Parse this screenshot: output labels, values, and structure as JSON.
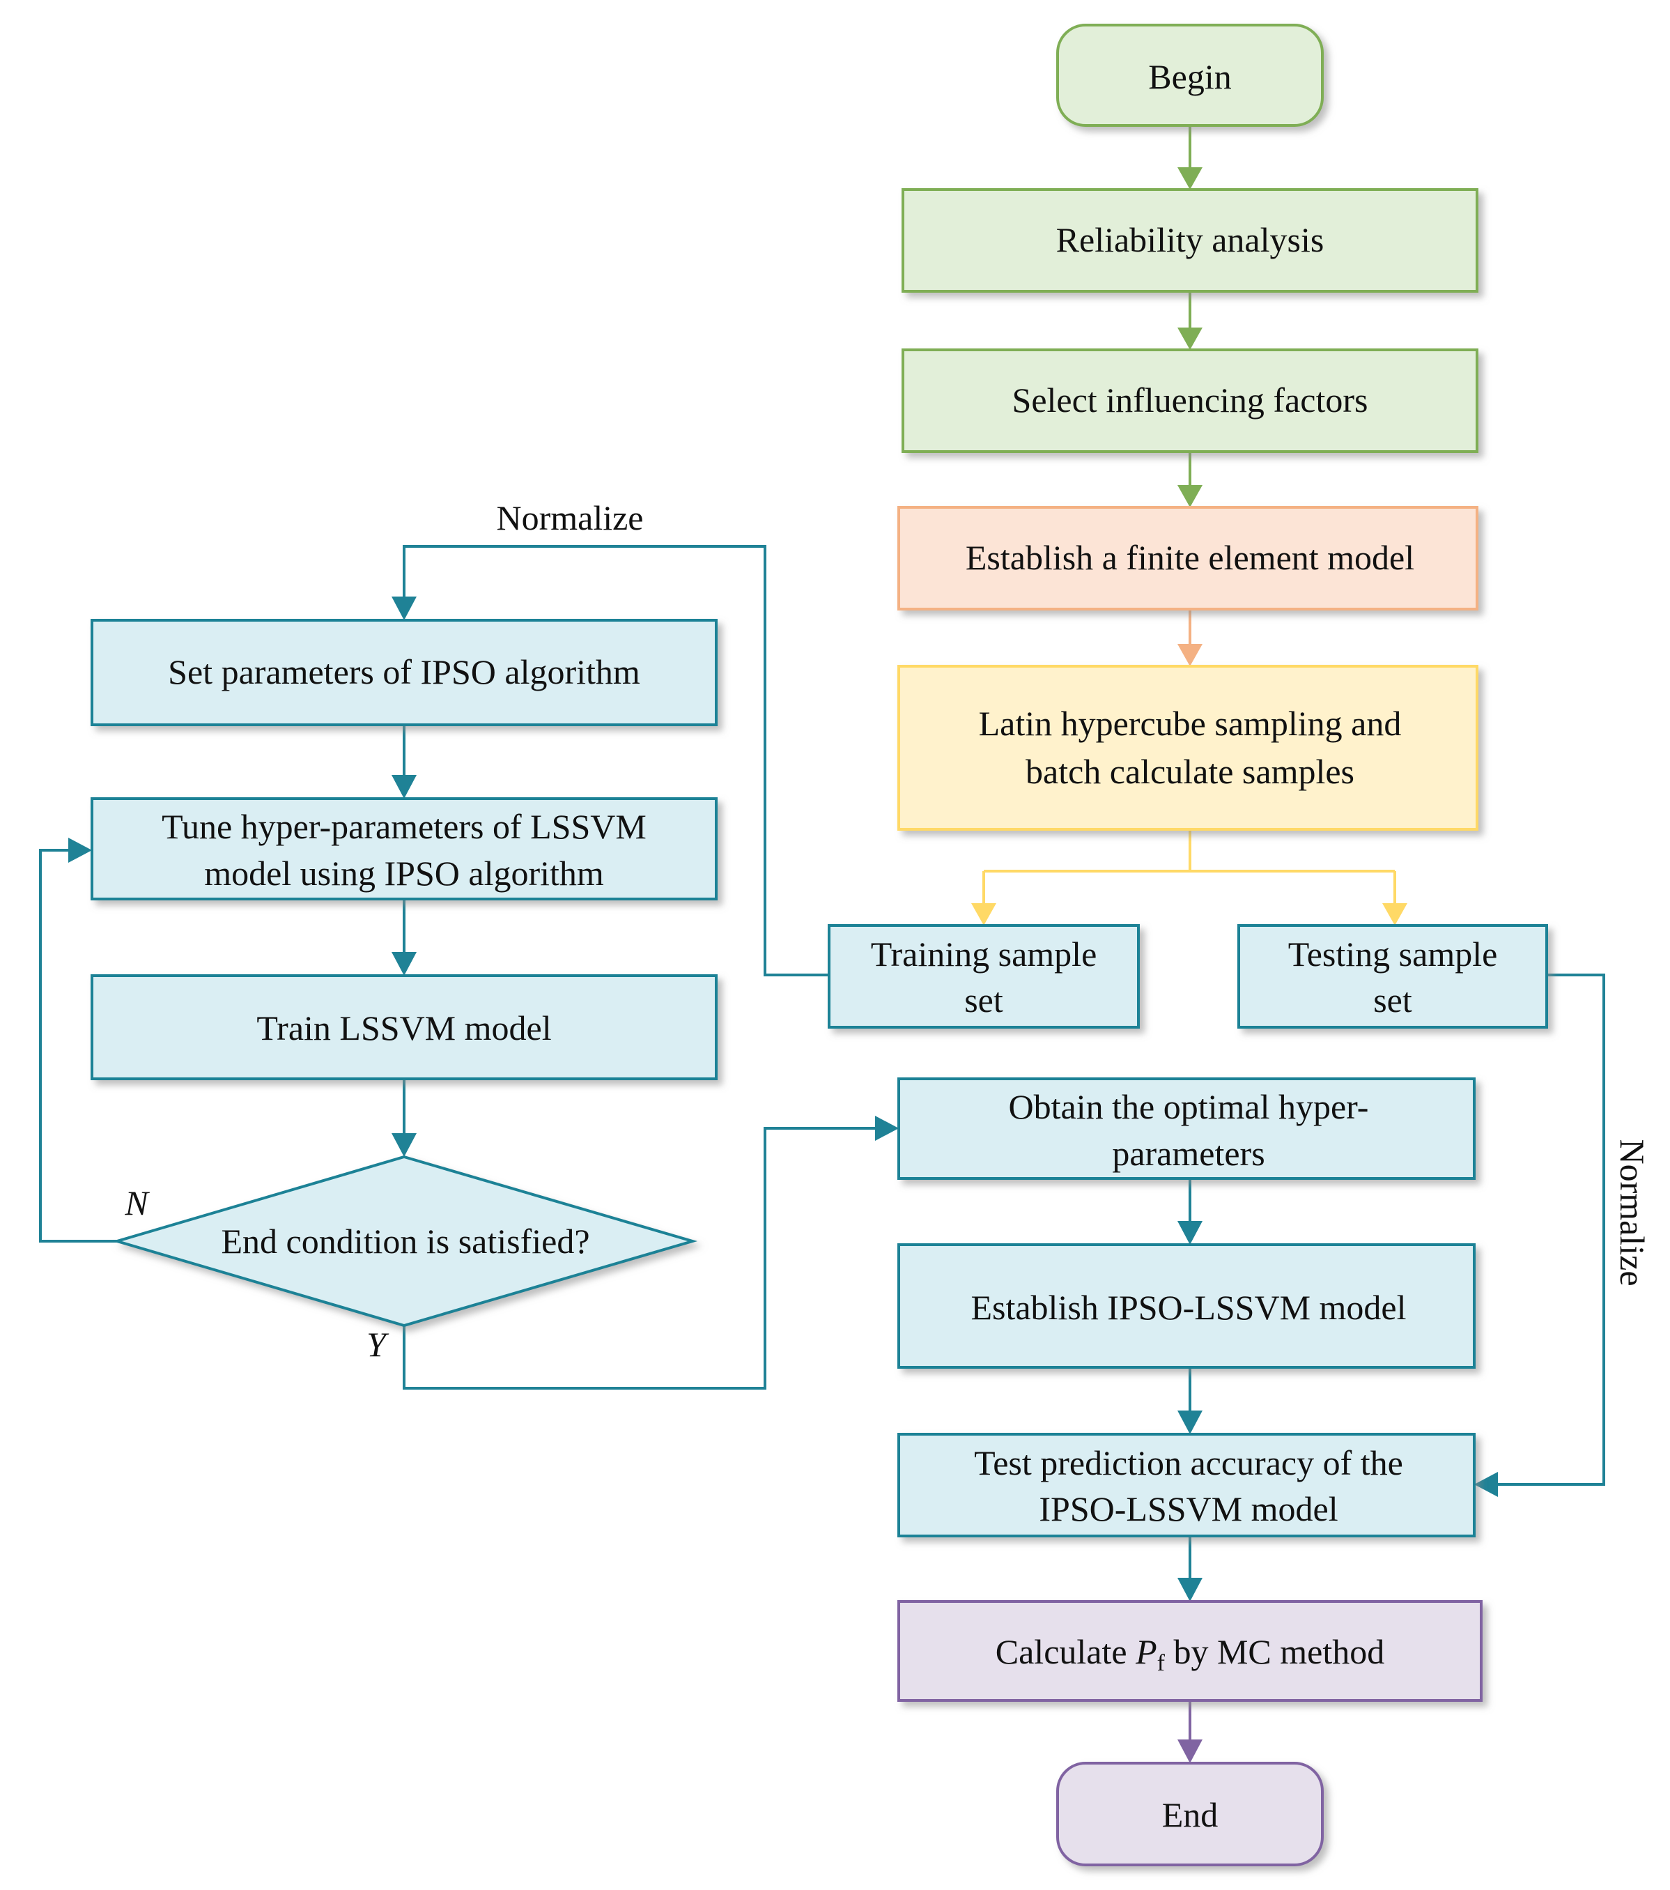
{
  "colors": {
    "green_fill": "#e2efd9",
    "green_stroke": "#7fae55",
    "orange_fill": "#fce4d6",
    "orange_stroke": "#f4b183",
    "yellow_fill": "#fff2cc",
    "yellow_stroke": "#ffd966",
    "blue_fill": "#daeef3",
    "blue_stroke": "#1f8296",
    "purple_fill": "#e6e0ec",
    "purple_stroke": "#8064a2",
    "edge_blue": "#1f8296"
  },
  "nodes": {
    "begin": {
      "lines": [
        "Begin"
      ]
    },
    "reliability": {
      "lines": [
        "Reliability analysis"
      ]
    },
    "select": {
      "lines": [
        "Select influencing  factors"
      ]
    },
    "fem": {
      "lines": [
        "Establish a finite element model"
      ]
    },
    "latin": {
      "lines": [
        "Latin hypercube sampling and",
        "batch calculate samples"
      ]
    },
    "training": {
      "lines": [
        "Training sample",
        "set"
      ]
    },
    "testing": {
      "lines": [
        "Testing sample",
        "set"
      ]
    },
    "set_params": {
      "lines": [
        "Set  parameters of  IPSO algorithm"
      ]
    },
    "tune": {
      "lines": [
        "Tune hyper-parameters of LSSVM",
        "model  using IPSO algorithm"
      ]
    },
    "train": {
      "lines": [
        "Train LSSVM model"
      ]
    },
    "end_condition": {
      "lines": [
        "End condition is satisfied?"
      ]
    },
    "obtain": {
      "lines": [
        "Obtain the optimal  hyper-",
        "parameters"
      ]
    },
    "establish_ipso": {
      "lines": [
        "Establish IPSO-LSSVM  model"
      ]
    },
    "test_accuracy": {
      "lines": [
        "Test prediction accuracy of  the",
        "IPSO-LSSVM  model"
      ]
    },
    "calculate": {
      "text_before": "Calculate ",
      "var": "P",
      "sub": "f",
      "text_after": " by MC method"
    },
    "end": {
      "lines": [
        "End"
      ]
    }
  },
  "edge_labels": {
    "normalize_top": "Normalize",
    "normalize_right": "Normalize",
    "no": "N",
    "yes": "Y"
  }
}
